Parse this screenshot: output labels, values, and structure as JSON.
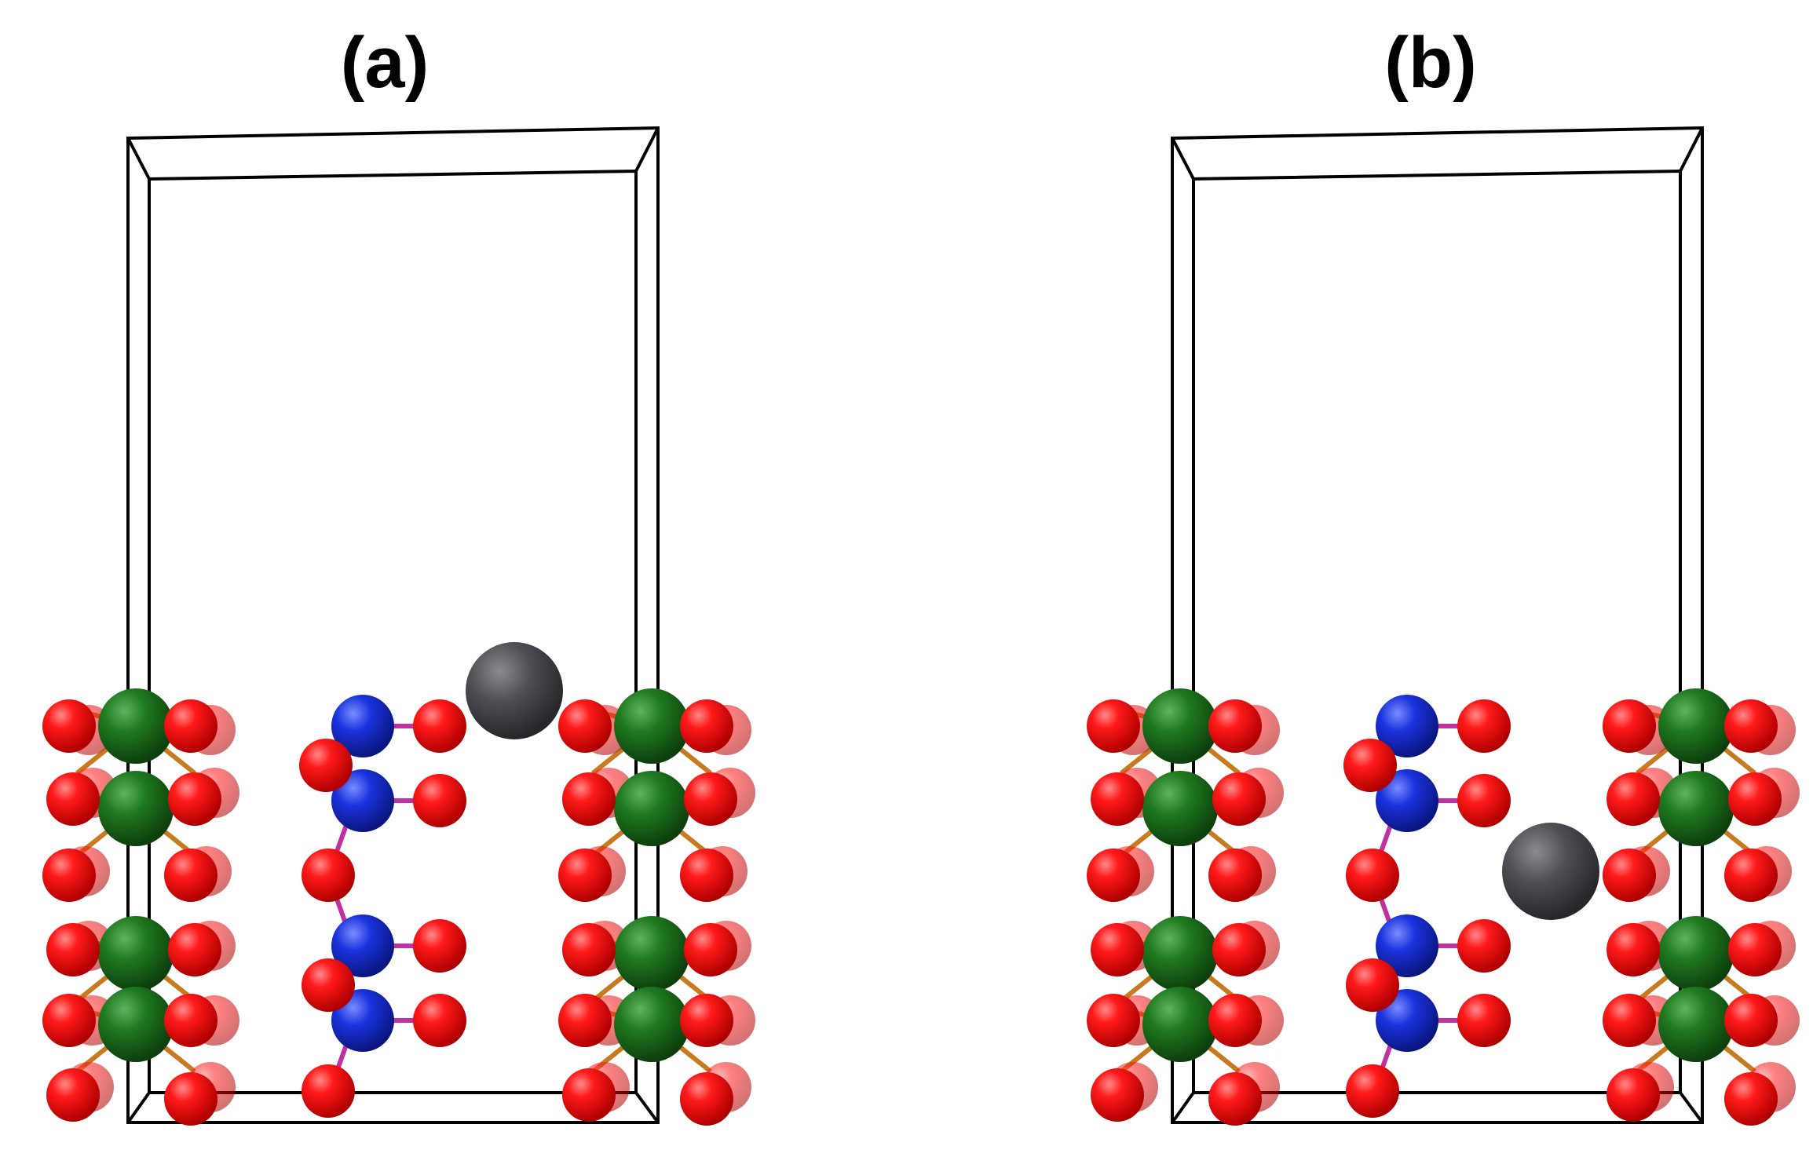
{
  "panels": [
    {
      "label": "(a)",
      "adsorbate_site": "top"
    },
    {
      "label": "(b)",
      "adsorbate_site": "side"
    }
  ],
  "colors": {
    "metal_green": "#1f7a1f",
    "oxygen_red": "#ff0000",
    "nitrogen_blue": "#1a33dd",
    "adsorbate_gray": "#4e4f55",
    "bond_orange": "#c87a1e",
    "bond_magenta": "#c030a0",
    "cell_line": "#000000"
  }
}
